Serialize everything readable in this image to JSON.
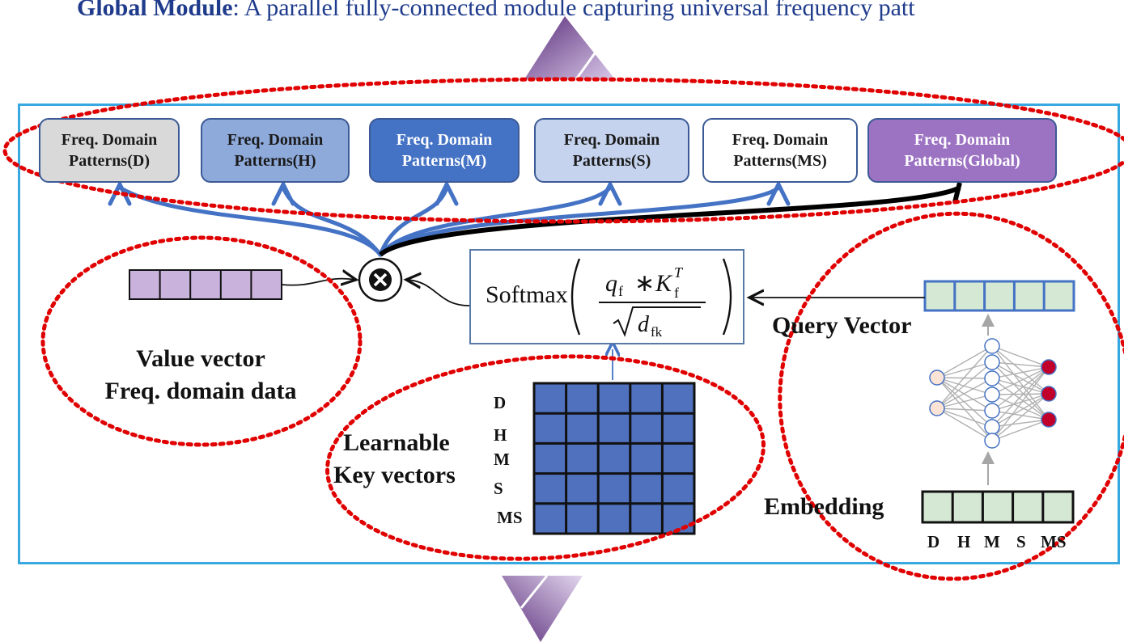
{
  "caption": {
    "bold": "Global Module",
    "rest": ": A parallel fully-connected module capturing universal frequency patt"
  },
  "pattern_boxes": [
    {
      "line1": "Freq. Domain",
      "line2": "Patterns(D)",
      "fill": "#d9d9d9",
      "text_color": "#1a1a1a"
    },
    {
      "line1": "Freq. Domain",
      "line2": "Patterns(H)",
      "fill": "#8eaadb",
      "text_color": "#1a1a1a"
    },
    {
      "line1": "Freq. Domain",
      "line2": "Patterns(M)",
      "fill": "#4472c4",
      "text_color": "#ffffff"
    },
    {
      "line1": "Freq. Domain",
      "line2": "Patterns(S)",
      "fill": "#c5d3ee",
      "text_color": "#1a1a1a"
    },
    {
      "line1": "Freq. Domain",
      "line2": "Patterns(MS)",
      "fill": "#ffffff",
      "text_color": "#1a1a1a"
    },
    {
      "line1": "Freq. Domain",
      "line2": "Patterns(Global)",
      "fill": "#9c72c2",
      "text_color": "#ffffff"
    }
  ],
  "value": {
    "line1": "Value vector",
    "line2": "Freq. domain data",
    "cell_color": "#c9b3dd",
    "cells": 5
  },
  "softmax": {
    "label": "Softmax"
  },
  "keys": {
    "line1": "Learnable",
    "line2": "Key vectors",
    "rows": [
      "D",
      "H",
      "M",
      "S",
      "MS"
    ],
    "cell_color": "#4f71be",
    "cols": 5
  },
  "query": {
    "label": "Query Vector",
    "cell_color": "#d5e8d4",
    "cells": 5
  },
  "embedding": {
    "label": "Embedding",
    "cell_color": "#d5e8d4",
    "labels": [
      "D",
      "H",
      "M",
      "S",
      "MS"
    ]
  },
  "colors": {
    "frame": "#37a8e0",
    "arrows": "#4472c4",
    "dotted_ovals": "#e00000",
    "purple_arrow": "#6a3d8a"
  }
}
